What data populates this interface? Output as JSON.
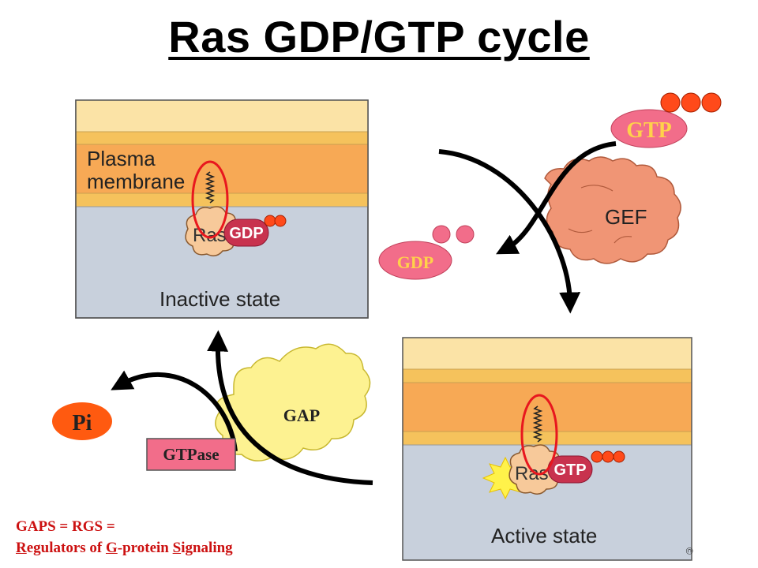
{
  "title": "Ras GDP/GTP cycle",
  "inactive_panel": {
    "membrane_label_1": "Plasma",
    "membrane_label_2": "membrane",
    "protein": "Ras",
    "nucleotide": "GDP",
    "state": "Inactive state"
  },
  "active_panel": {
    "protein": "Ras",
    "nucleotide": "GTP",
    "state": "Active state"
  },
  "gef": {
    "label": "GEF"
  },
  "gap": {
    "label": "GAP"
  },
  "gtp_bubble": {
    "label": "GTP"
  },
  "gdp_bubble": {
    "label": "GDP"
  },
  "pi_bubble": {
    "label": "Pi"
  },
  "gtpase_box": {
    "label": "GTPase"
  },
  "footnote": {
    "line1": "GAPS = RGS =",
    "line2_parts": [
      "R",
      "egulators of ",
      "G",
      "-protein ",
      "S",
      "ignaling"
    ]
  },
  "colors": {
    "membrane_light": "#fbe3a6",
    "membrane_mid": "#f5c25c",
    "membrane_core": "#f7a955",
    "cytosol": "#c8d0dc",
    "ras_body": "#f7c99a",
    "nucleotide_pill": "#c8324e",
    "phosphate": "#ff4a1a",
    "gef_body": "#f09575",
    "gap_body": "#fdf291",
    "bubble_pink": "#f26d8a",
    "highlight_ring": "#e8171e"
  }
}
